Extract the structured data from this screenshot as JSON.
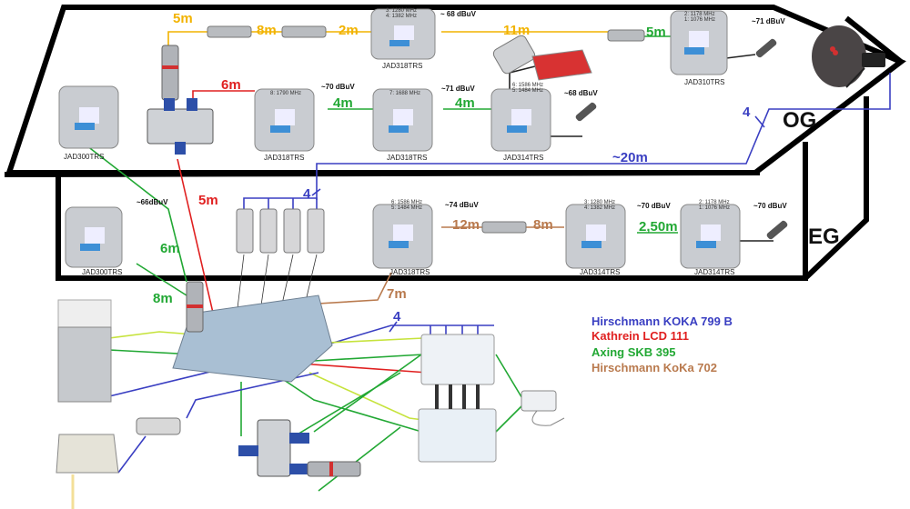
{
  "colors": {
    "koka799": "#3a3fc2",
    "lcd111": "#e02020",
    "skb395": "#22a834",
    "koka702": "#b97a4e",
    "yellow": "#f2b300",
    "lime": "#c6e33c",
    "wall": "#000000"
  },
  "floors": {
    "og": "OG",
    "eg": "EG"
  },
  "legend": [
    {
      "label": "Hirschmann KOKA 799 B",
      "color": "#3a3fc2"
    },
    {
      "label": "Kathrein LCD 111",
      "color": "#e02020"
    },
    {
      "label": "Axing SKB 395",
      "color": "#22a834"
    },
    {
      "label": "Hirschmann KoKa 702",
      "color": "#b97a4e"
    }
  ],
  "og": {
    "sockets": [
      {
        "model": "JAD300TRS",
        "freq": [],
        "level": ""
      },
      {
        "model": "JAD318TRS",
        "freq": [
          "3: 1280 MHz",
          "4: 1382 MHz"
        ],
        "level": "~ 68 dBuV"
      },
      {
        "model": "JAD310TRS",
        "freq": [
          "2: 1178 MHz",
          "1: 1076 MHz"
        ],
        "level": "~71 dBuV"
      },
      {
        "model": "JAD318TRS",
        "freq": [
          "8: 1790 MHz"
        ],
        "level": "~70 dBuV"
      },
      {
        "model": "JAD318TRS",
        "freq": [
          "7: 1688 MHz"
        ],
        "level": "~71 dBuV"
      },
      {
        "model": "JAD314TRS",
        "freq": [
          "6: 1586 MHz",
          "5: 1484 MHz"
        ],
        "level": "~68 dBuV"
      }
    ],
    "cable_lengths": {
      "yellow_1": "5m",
      "yellow_2": "8m",
      "yellow_3": "2m",
      "yellow_4": "11m",
      "green_top": "5m",
      "red": "6m",
      "green_1": "4m",
      "green_2": "4m",
      "blue_run": "~20m",
      "blue_count": "4"
    }
  },
  "eg": {
    "sockets": [
      {
        "model": "JAD300TRS",
        "freq": [],
        "level": "~66dBuV"
      },
      {
        "model": "JAD318TRS",
        "freq": [
          "6: 1586 MHz",
          "5: 1484 MHz"
        ],
        "level": "~74 dBuV"
      },
      {
        "model": "JAD314TRS",
        "freq": [
          "3: 1280 MHz",
          "4: 1382 MHz"
        ],
        "level": "~70 dBuV"
      },
      {
        "model": "JAD314TRS",
        "freq": [
          "2: 1178 MHz",
          "1: 1076 MHz"
        ],
        "level": "~70 dBuV"
      }
    ],
    "cable_lengths": {
      "brown_1": "12m",
      "brown_2": "8m",
      "green": "2,50m",
      "blue_count": "4"
    }
  },
  "basement": {
    "cable_lengths": {
      "red": "5m",
      "green_6": "6m",
      "green_8": "8m",
      "brown": "7m",
      "blue_count": "4"
    }
  }
}
